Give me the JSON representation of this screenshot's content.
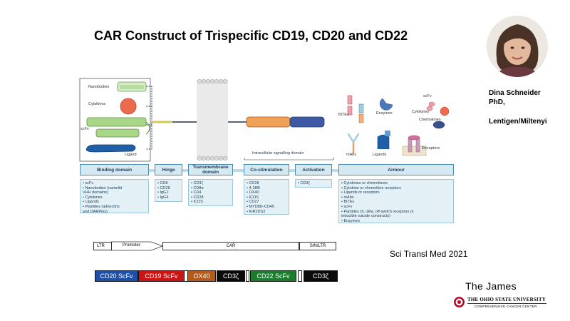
{
  "title": "CAR Construct of Trispecific CD19, CD20 and CD22",
  "speaker": {
    "name": "Dina Schneider",
    "degree": "PhD,",
    "affiliation": "Lentigen/Miltenyi"
  },
  "citation": "Sci Transl Med 2021",
  "brand": {
    "name": "The James",
    "university": "THE OHIO STATE UNIVERSITY",
    "center": "COMPREHENSIVE CANCER CENTER"
  },
  "diagram": {
    "left_labels": [
      "Nanobodies",
      "Cytokines",
      "scFv",
      "Ligand"
    ],
    "right_labels": {
      "bites": "BiTEs",
      "enzymes": "Enzymes",
      "scfv": "scFv",
      "cytokines": "Cytokines",
      "chemokines": "Chemokines",
      "mabs": "mAbs",
      "ligands": "Ligands",
      "receptors": "Receptors"
    },
    "intracellular_label": "Intracellular signalling domain",
    "domains": [
      {
        "label": "Binding domain",
        "items": [
          "• scFv",
          "• Nanobodies (camelid",
          "  VHH domains)",
          "• Cytokines",
          "• Ligands",
          "• Peptides (adnectins",
          "  and DARPins)"
        ]
      },
      {
        "label": "Hinge",
        "items": [
          "• CD8",
          "• CD28",
          "• IgG1",
          "• IgG4"
        ]
      },
      {
        "label": "Transmembrane domain",
        "items": [
          "• CD3ζ",
          "• CD8α",
          "• CD4",
          "• CD28",
          "• ICOS"
        ]
      },
      {
        "label": "Co-stimulation",
        "items": [
          "• CD28",
          "• 4-1BB",
          "• OX40",
          "• ICOS",
          "• CD27",
          "• MYD88–CD40",
          "• KIR2DS2"
        ]
      },
      {
        "label": "Activation",
        "items": [
          "• CD3ζ"
        ]
      },
      {
        "label": "Armour",
        "items": [
          "• Cytokines or chemokines",
          "• Cytokine or chemokine receptors",
          "• Ligands or receptors",
          "• mAbs",
          "• BiTEs",
          "• scFv",
          "• Peptides (IL-1Ra, off-switch receptors or",
          "  inducible suicide constructs)",
          "• Enzymes"
        ]
      }
    ]
  },
  "vector": {
    "ltr": "LTR",
    "promoter": "Promoter",
    "car": "CAR",
    "sin_ltr": "SIN/LTR"
  },
  "construct": {
    "segments": [
      "CD20 ScFv",
      "CD19 ScFv",
      "OX40",
      "CD3ζ",
      "CD22 ScFv",
      "CD3ζ"
    ],
    "colors": {
      "cd20": "#1f4fa3",
      "cd19": "#cc1417",
      "ox40": "#b45a1c",
      "cd3z": "#0a0a0a",
      "cd22": "#1e7a2e"
    }
  }
}
